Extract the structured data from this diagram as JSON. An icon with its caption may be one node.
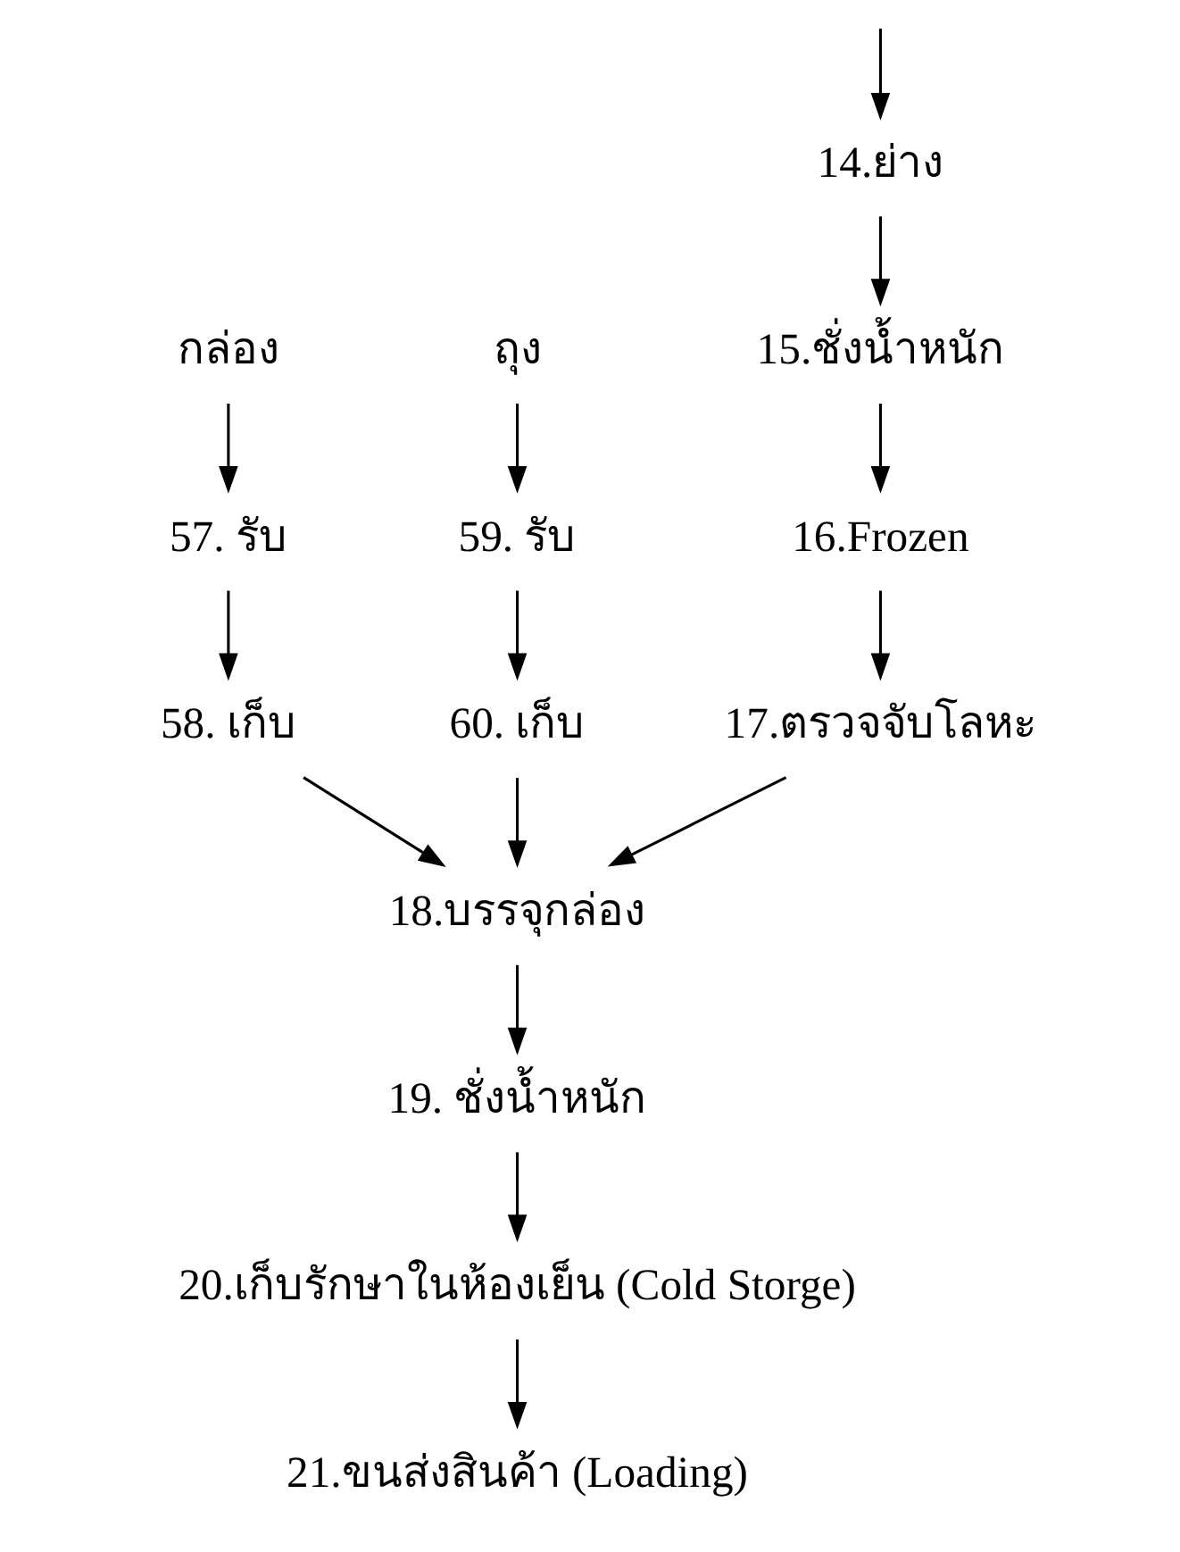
{
  "diagram": {
    "nodes": [
      {
        "text": [
          "14.ย่าง"
        ]
      },
      {
        "text": [
          "15.ชั่งน้ำหนัก"
        ]
      },
      {
        "text": [
          "16.Frozen"
        ]
      },
      {
        "text": [
          "17.ตรวจจับโลหะ"
        ]
      },
      {
        "text": [
          "18.บรรจุกล่อง"
        ]
      },
      {
        "text": [
          "19. ชั่งน้ำหนัก"
        ]
      },
      {
        "text": [
          "20.เก็บรักษาในห้องเย็น (Cold Storge)"
        ]
      },
      {
        "text": [
          "21.ขนส่งสินค้า (Loading)"
        ]
      },
      {
        "text": [
          "กล่อง"
        ]
      },
      {
        "text": [
          "ถุง"
        ]
      },
      {
        "text": [
          "57. รับ"
        ]
      },
      {
        "text": [
          "59. รับ"
        ]
      },
      {
        "text": [
          "58. เก็บ"
        ]
      },
      {
        "text": [
          "60. เก็บ"
        ]
      }
    ],
    "edges": [
      {
        "from": null,
        "to": 0,
        "arrow": "to"
      },
      {
        "from": 0,
        "to": 1,
        "arrow": "to"
      },
      {
        "from": 1,
        "to": 2,
        "arrow": "to"
      },
      {
        "from": 2,
        "to": 3,
        "arrow": "to"
      },
      {
        "from": 3,
        "to": 4,
        "arrow": "to"
      },
      {
        "from": 4,
        "to": 5,
        "arrow": "to"
      },
      {
        "from": 5,
        "to": 6,
        "arrow": "to"
      },
      {
        "from": 6,
        "to": 7,
        "arrow": "to"
      },
      {
        "from": 8,
        "to": 10,
        "arrow": "to"
      },
      {
        "from": 10,
        "to": 12,
        "arrow": "to"
      },
      {
        "from": 9,
        "to": 11,
        "arrow": "to"
      },
      {
        "from": 11,
        "to": 13,
        "arrow": "to"
      },
      {
        "from": 12,
        "to": 4,
        "arrow": "to"
      },
      {
        "from": 13,
        "to": 4,
        "arrow": "to"
      }
    ]
  }
}
